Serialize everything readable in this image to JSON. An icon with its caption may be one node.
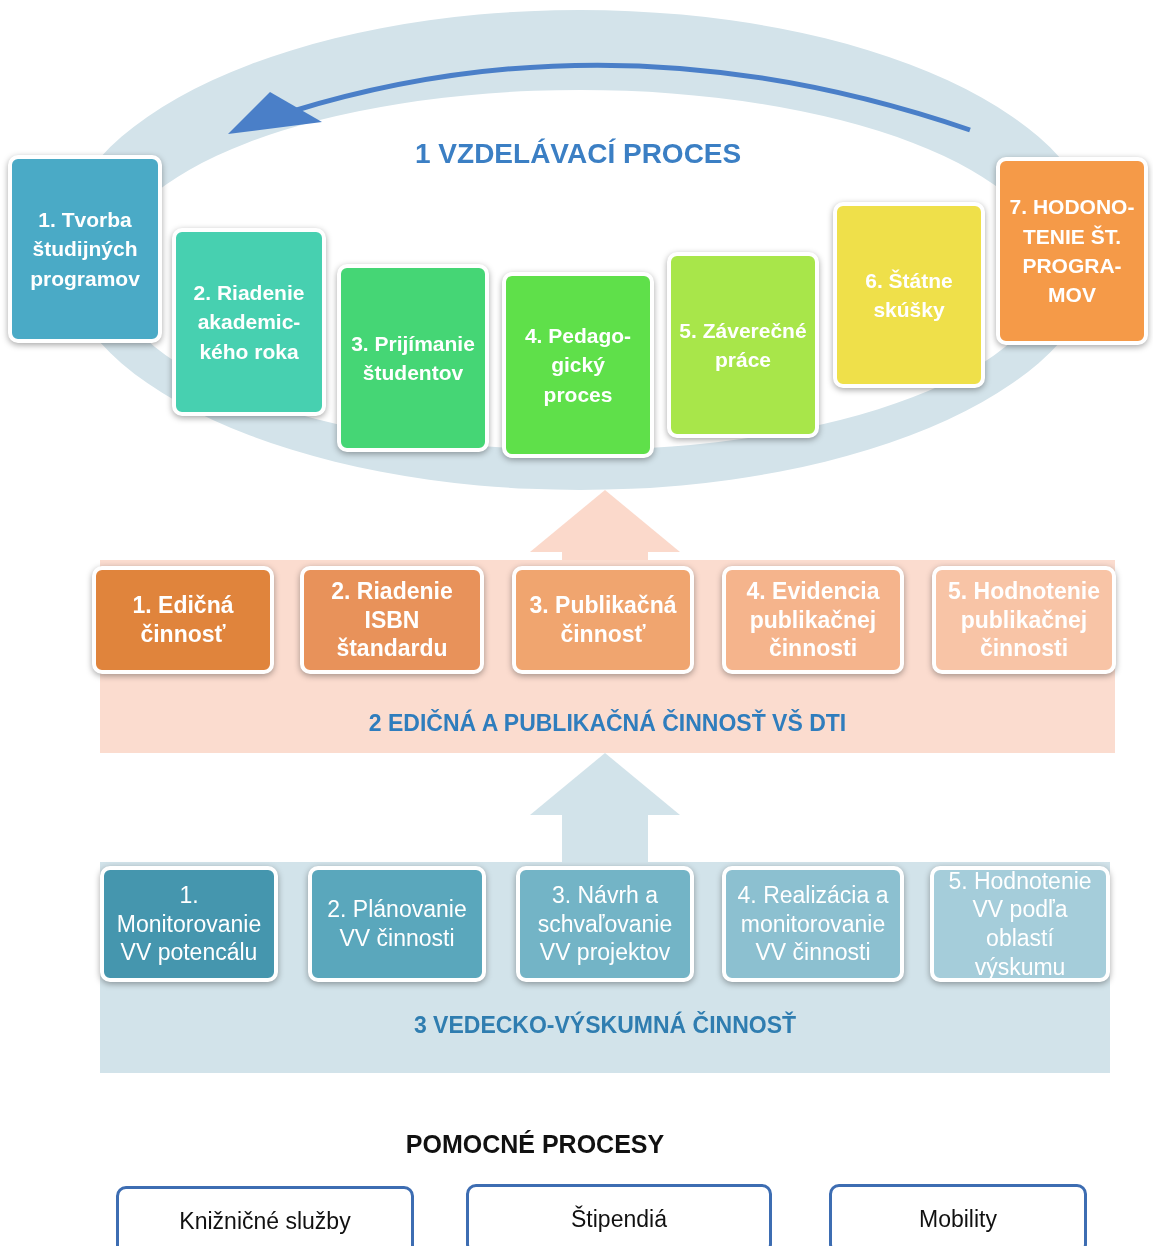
{
  "diagram": {
    "nodes": [
      {
        "text": [
          "1 VZDELÁVACÍ PROCES"
        ]
      },
      {
        "text": [
          "1. Tvorba študijných programov"
        ]
      },
      {
        "text": [
          "2. Riadenie akademic- kého roka"
        ],
        "in": 0
      },
      {
        "text": [
          "3. Prijímanie študentov"
        ],
        "in": 0
      },
      {
        "text": [
          "4. Pedago- gický proces"
        ],
        "in": 0
      },
      {
        "text": [
          "5. Záverečné práce"
        ],
        "in": 0
      },
      {
        "text": [
          "6. Štátne skúšky"
        ],
        "in": 0
      },
      {
        "text": [
          "7. HODONO- TENIE ŠT. PROGRA- MOV"
        ]
      },
      {
        "text": [
          "2 EDIČNÁ A PUBLIKAČNÁ ČINNOSŤ VŠ DTI"
        ]
      },
      {
        "text": [
          "1. Edičná činnosť"
        ],
        "in": 8
      },
      {
        "text": [
          "2. Riadenie ISBN štandardu"
        ],
        "in": 8
      },
      {
        "text": [
          "3. Publikačná činnosť"
        ],
        "in": 8
      },
      {
        "text": [
          "4. Evidencia publikačnej činnosti"
        ],
        "in": 8
      },
      {
        "text": [
          "5. Hodnotenie publikačnej činnosti"
        ],
        "in": 8
      },
      {
        "text": [
          "3 VEDECKO-VÝSKUMNÁ ČINNOSŤ"
        ]
      },
      {
        "text": [
          "1. Monitorovanie VV potencálu"
        ],
        "in": 14
      },
      {
        "text": [
          "2. Plánovanie VV činnosti"
        ],
        "in": 14
      },
      {
        "text": [
          "3. Návrh a schvaľovanie VV projektov"
        ],
        "in": 14
      },
      {
        "text": [
          "4. Realizácia a monitorovanie VV činnosti"
        ],
        "in": 14
      },
      {
        "text": [
          "5. Hodnotenie VV podľa oblastí výskumu"
        ],
        "in": 14
      },
      {
        "text": [
          "Knižničné služby"
        ]
      },
      {
        "text": [
          "Štipendiá"
        ]
      },
      {
        "text": [
          "Mobility"
        ]
      }
    ],
    "edges": [
      {
        "from": 14,
        "to": 8,
        "arrow": "to",
        "color": "#d2e3ea"
      },
      {
        "from": 8,
        "to": 0,
        "arrow": "to",
        "color": "#fbd9cb"
      }
    ],
    "labels": [
      "POMOCNÉ PROCESY"
    ]
  }
}
